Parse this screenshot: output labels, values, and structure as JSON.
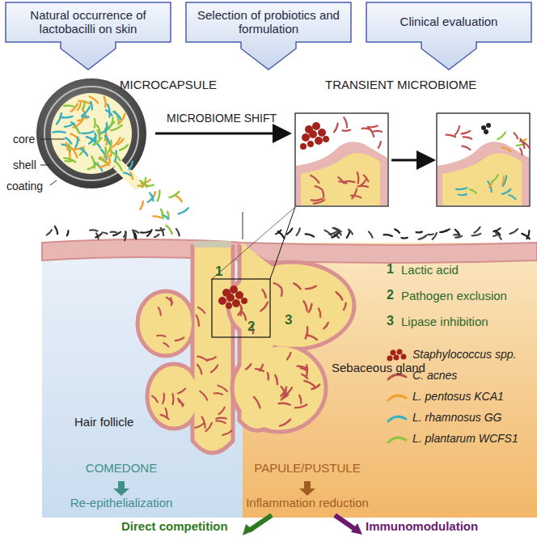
{
  "diagram": {
    "nodes": [
      {
        "text": [
          "Natural occurrence of lactobacilli on skin"
        ]
      },
      {
        "text": [
          "Selection of probiotics and formulation"
        ]
      },
      {
        "text": [
          "Clinical evaluation"
        ]
      },
      {
        "text": [
          "COMEDONE",
          "Re-epithelialization"
        ]
      },
      {
        "text": [
          "PAPULE/PUSTULE",
          "Inflammation reduction"
        ]
      }
    ],
    "labels": [
      "MICROCAPSULE",
      "core",
      "shell",
      "coating",
      "MICROBIOME SHIFT",
      "TRANSIENT MICROBIOME",
      "1",
      "2",
      "3",
      "1",
      "Lactic acid",
      "2",
      "Pathogen exclusion",
      "3",
      "Lipase inhibition",
      "Hair follicle",
      "Sebaceous gland",
      "Direct competition",
      "Immunomodulation"
    ],
    "legend": [
      {
        "text": "Staphylococcus spp."
      },
      {
        "text": "C. acnes"
      },
      {
        "text": "L. pentosus KCA1"
      },
      {
        "text": "L. rhamnosus GG"
      },
      {
        "text": "L. plantarum WCFS1"
      }
    ]
  }
}
